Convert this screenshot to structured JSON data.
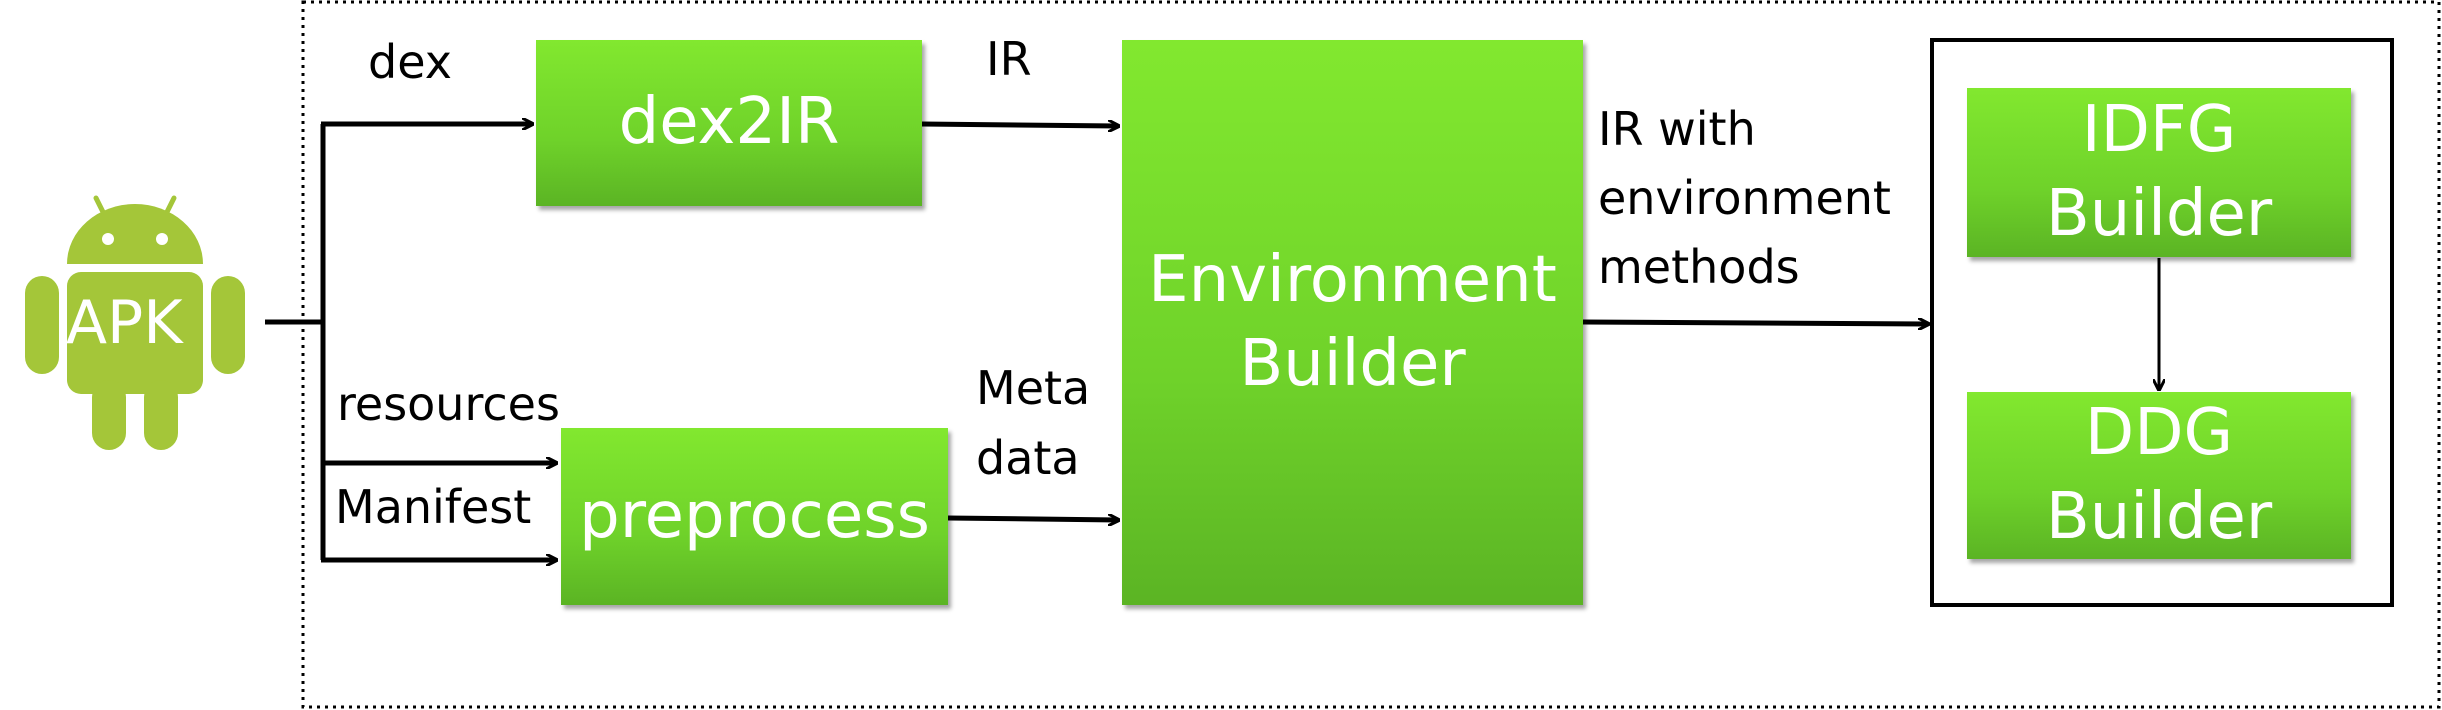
{
  "apk_label": "APK",
  "boxes": {
    "dex2ir": "dex2IR",
    "preprocess": "preprocess",
    "environment_builder": "Environment\nBuilder",
    "idfg_builder": "IDFG\nBuilder",
    "ddg_builder": "DDG\nBuilder"
  },
  "edge_labels": {
    "dex": "dex",
    "resources": "resources",
    "manifest": "Manifest",
    "ir": "IR",
    "meta_data": "Meta\ndata",
    "ir_with_env": "IR with\nenvironment\nmethods"
  },
  "colors": {
    "box_green": "#6fd22a",
    "android_green": "#a4c639"
  }
}
